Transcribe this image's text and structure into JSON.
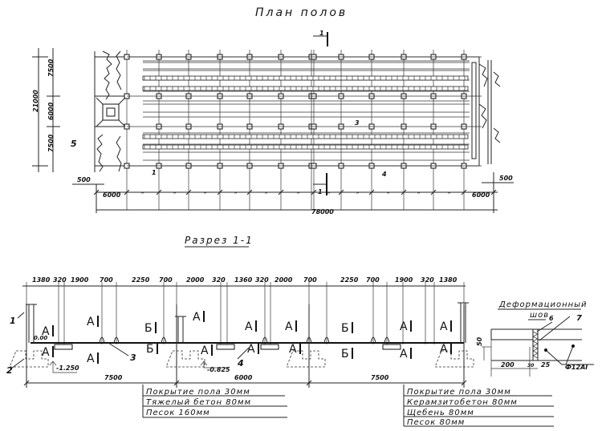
{
  "plan": {
    "title": "План полов",
    "section_mark": "1",
    "section_mark_bottom": "1",
    "dim_total_height": "21000",
    "dim_rows": [
      "7500",
      "6000",
      "7500"
    ],
    "dim_offset_left": "500",
    "dim_offset_right": "500",
    "dim_bay_first": "6000",
    "dim_bay_last": "6000",
    "dim_bay_repeat": "″",
    "dim_total_length": "78000",
    "callouts": [
      "1",
      "3",
      "4",
      "5"
    ]
  },
  "section": {
    "title": "Разрез 1-1",
    "top_dims": [
      "1380",
      "320",
      "1900",
      "700",
      "2250",
      "700",
      "2000",
      "320",
      "1360",
      "320",
      "2000",
      "700",
      "2250",
      "700",
      "1900",
      "320",
      "1380"
    ],
    "bottom_dims": [
      "7500",
      "6000",
      "7500"
    ],
    "levels": [
      "0.00",
      "-1.250",
      "-0.825"
    ],
    "callouts": [
      "1",
      "2",
      "3",
      "4"
    ],
    "zone_labels": [
      "А",
      "А",
      "А",
      "А",
      "Б",
      "Б",
      "А",
      "А",
      "А",
      "А",
      "А",
      "А",
      "Б",
      "Б",
      "А",
      "А",
      "А",
      "А"
    ],
    "legend_left": [
      "Покрытие пола 30мм",
      "Тяжелый бетон 80мм",
      "Песок 160мм"
    ],
    "legend_right": [
      "Покрытие пола 30мм",
      "Керамзитобетон 80мм",
      "Щебень 80мм",
      "Песок 80мм"
    ]
  },
  "joint": {
    "title_line1": "Деформационный",
    "title_line2": "шов",
    "callouts": [
      "6",
      "7"
    ],
    "dims": [
      "50",
      "200",
      "30",
      "25"
    ],
    "rebar": "Ф12АI"
  }
}
